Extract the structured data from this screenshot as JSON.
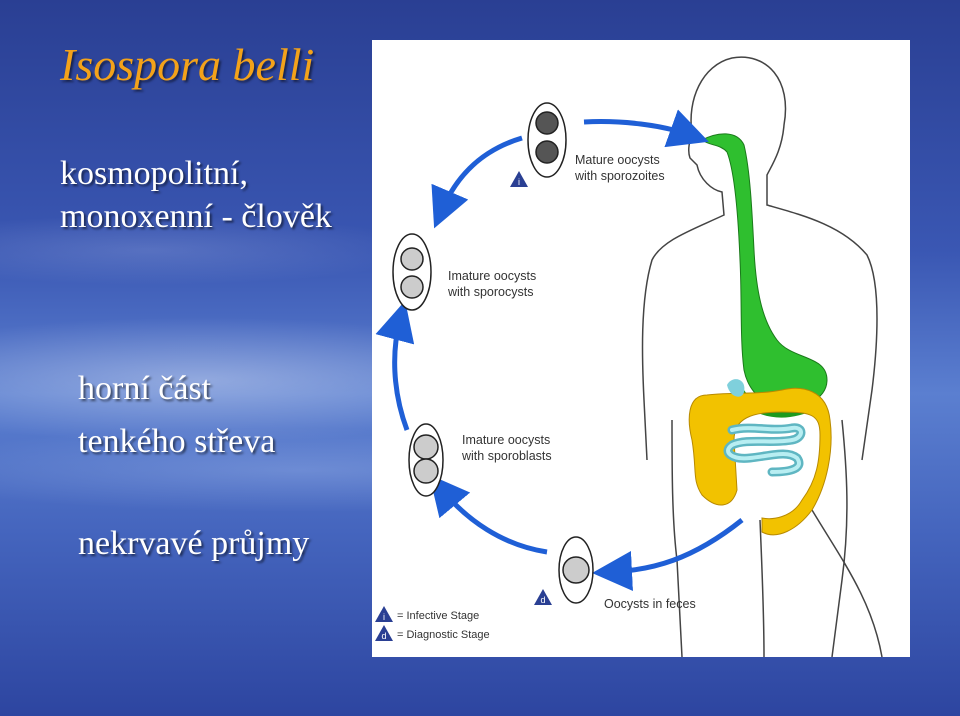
{
  "title": "Isospora belli",
  "text": {
    "line1": "kosmopolitní,",
    "line2": "monoxenní - člověk",
    "line3": "horní část",
    "line4": "tenkého střeva",
    "line5": "nekrvavé průjmy"
  },
  "diagram": {
    "stages": {
      "mature_1": "Mature oocysts",
      "mature_2": "with sporozoites",
      "immature_1": "Imature oocysts",
      "immature_2": "with sporocysts",
      "sporoblast_1": "Imature oocysts",
      "sporoblast_2": "with sporoblasts",
      "feces": "Oocysts in feces"
    },
    "legend": {
      "infective_symbol": "i",
      "diagnostic_symbol": "d",
      "infective": "= Infective Stage",
      "diagnostic": "= Diagnostic Stage"
    },
    "colors": {
      "arrows": "#1f5fd6",
      "gut_upper": "#2fbf2f",
      "colon": "#f2c200",
      "small_intestine": "#7fd0dc",
      "marker": "#2a3f93"
    }
  }
}
